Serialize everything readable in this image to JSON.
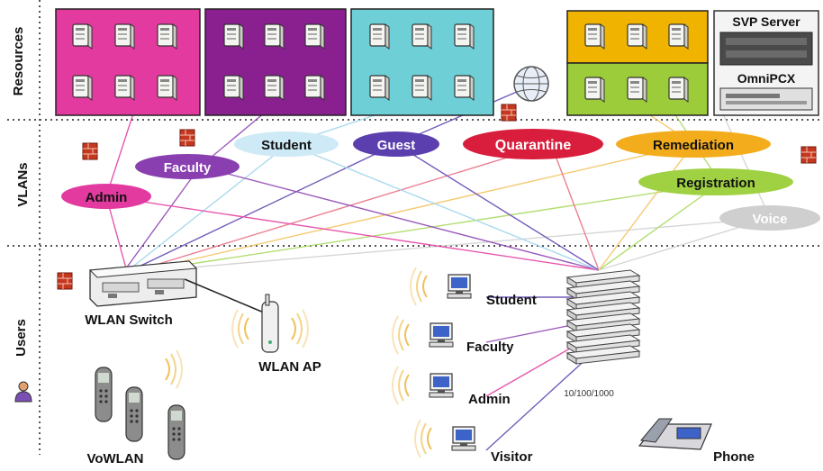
{
  "sections": {
    "resources": "Resources",
    "vlans": "VLANs",
    "users": "Users"
  },
  "resource_groups": [
    {
      "color": "#e23a9f"
    },
    {
      "color": "#8a1f8f"
    },
    {
      "color": "#6ecfd6"
    },
    {
      "color": "#f0b400"
    },
    {
      "color": "#9ccc3a"
    }
  ],
  "servers": {
    "svp": "SVP Server",
    "pbx": "OmniPCX"
  },
  "vlans": [
    {
      "id": "student",
      "label": "Student",
      "color": "#cdeaf6",
      "text": "#111111"
    },
    {
      "id": "guest",
      "label": "Guest",
      "color": "#5b3fae",
      "text": "#ffffff"
    },
    {
      "id": "quarantine",
      "label": "Quarantine",
      "color": "#d81e3c",
      "text": "#ffffff"
    },
    {
      "id": "remediation",
      "label": "Remediation",
      "color": "#f3ac1c",
      "text": "#111111"
    },
    {
      "id": "faculty",
      "label": "Faculty",
      "color": "#8a3fb0",
      "text": "#ffffff"
    },
    {
      "id": "admin",
      "label": "Admin",
      "color": "#e23a9f",
      "text": "#111111"
    },
    {
      "id": "registration",
      "label": "Registration",
      "color": "#9fd142",
      "text": "#111111"
    },
    {
      "id": "voice",
      "label": "Voice",
      "color": "#cfcfcf",
      "text": "#ffffff"
    }
  ],
  "devices": {
    "wlan_switch": "WLAN Switch",
    "wlan_ap": "WLAN AP",
    "vowlan": "VoWLAN",
    "phone": "Phone",
    "port_speed": "10/100/1000"
  },
  "user_pcs": [
    {
      "label": "Student"
    },
    {
      "label": "Faculty"
    },
    {
      "label": "Admin"
    },
    {
      "label": "Visitor"
    }
  ],
  "icons": [
    "server-icon",
    "firewall-icon",
    "globe-icon",
    "switch-icon",
    "access-point-icon",
    "wifi-signal-icon",
    "desktop-pc-icon",
    "wireless-handset-icon",
    "ip-phone-icon",
    "user-icon"
  ]
}
